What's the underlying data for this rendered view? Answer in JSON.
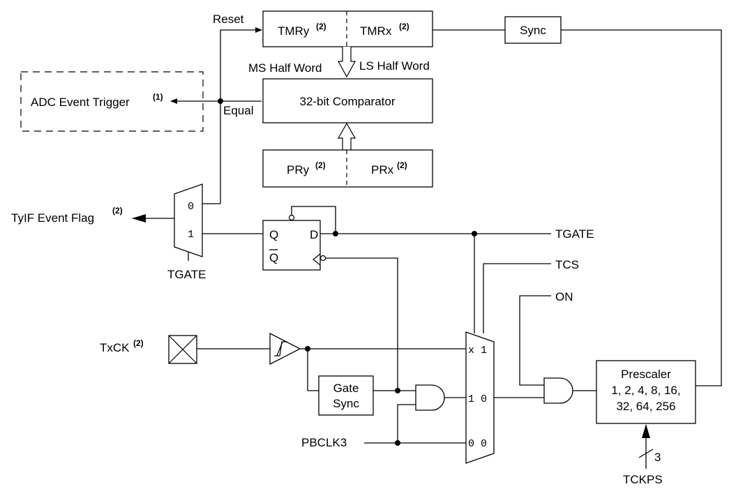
{
  "blocks": {
    "tmry": "TMRy",
    "tmry_sup": "(2)",
    "tmrx": "TMRx",
    "tmrx_sup": "(2)",
    "sync": "Sync",
    "comparator": "32-bit Comparator",
    "pry": "PRy",
    "pry_sup": "(2)",
    "prx": "PRx",
    "prx_sup": "(2)",
    "gate_sync_1": "Gate",
    "gate_sync_2": "Sync",
    "prescaler_1": "Prescaler",
    "prescaler_2": "1, 2, 4, 8, 16,",
    "prescaler_3": "32, 64, 256"
  },
  "labels": {
    "reset": "Reset",
    "ms_half": "MS Half Word",
    "ls_half": "LS Half Word",
    "adc": "ADC Event Trigger",
    "adc_sup": "(1)",
    "equal": "Equal",
    "tyif": "TyIF Event Flag",
    "tyif_sup": "(2)",
    "tgate_mux": "TGATE",
    "tgate": "TGATE",
    "tcs": "TCS",
    "on": "ON",
    "txck": "TxCK",
    "txck_sup": "(2)",
    "pbclk": "PBCLK3",
    "tckps": "TCKPS",
    "bus_width": "3"
  },
  "flipflop": {
    "q": "Q",
    "qbar": "Q",
    "d": "D"
  },
  "mux_left": {
    "in0": "0",
    "in1": "1"
  },
  "mux_right": {
    "in_x1": "x 1",
    "in_10": "1 0",
    "in_00": "0 0"
  }
}
